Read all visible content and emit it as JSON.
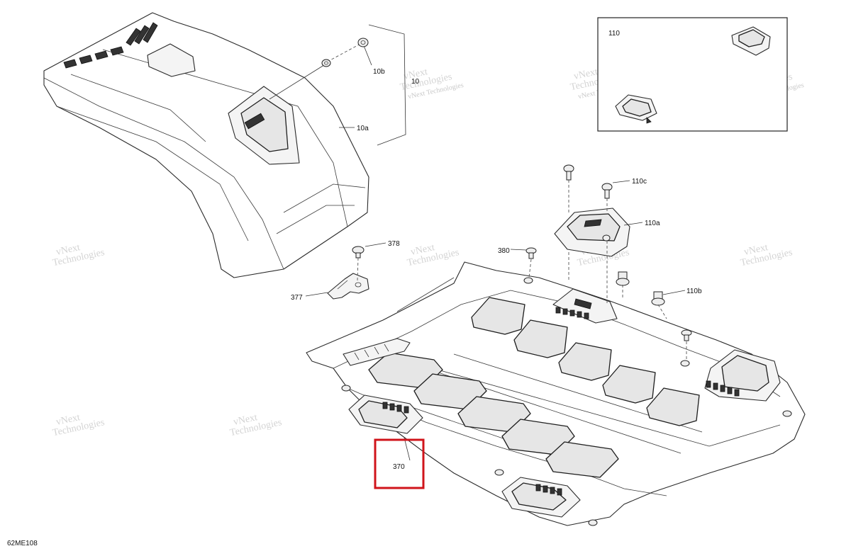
{
  "diagram_code": "62ME108",
  "callouts": {
    "c10": "10",
    "c10a": "10a",
    "c10b": "10b",
    "c110": "110",
    "c110a": "110a",
    "c110b": "110b",
    "c110c": "110c",
    "c370": "370",
    "c377": "377",
    "c378": "378",
    "c380": "380"
  },
  "watermark": {
    "line1": "vNext",
    "line2": "Technologies",
    "full": "vNext Technologies"
  },
  "colors": {
    "highlight": "#d0141b",
    "outline": "#2a2a2a",
    "watermark": "#c8c8c8"
  },
  "highlighted_part": "370"
}
